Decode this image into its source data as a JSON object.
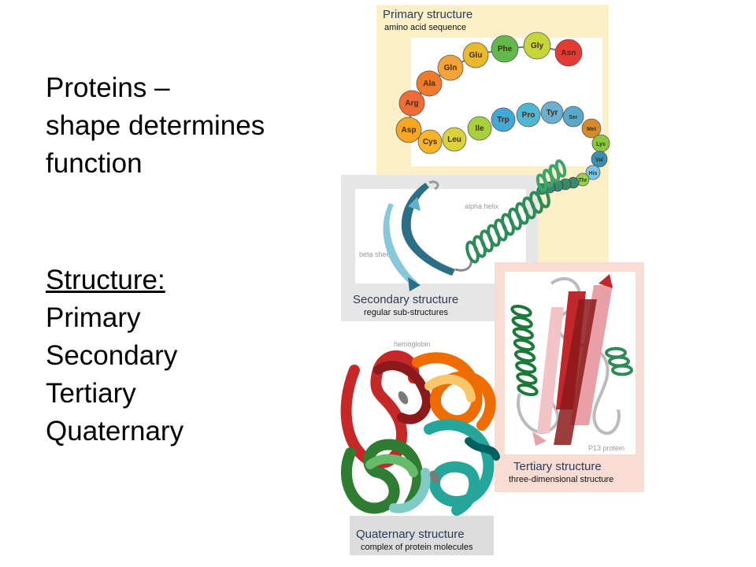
{
  "slide": {
    "title_lines": [
      "Proteins –",
      "shape determines",
      "function"
    ],
    "structure_heading": "Structure:",
    "levels": [
      "Primary",
      "Secondary",
      "Tertiary",
      "Quaternary"
    ]
  },
  "figure": {
    "primary": {
      "title": "Primary structure",
      "subtitle": "amino acid sequence",
      "amino_acids": [
        "Asp",
        "Arg",
        "Ala",
        "Gln",
        "Glu",
        "Phe",
        "Gly",
        "Asn",
        "Cys",
        "Leu",
        "Ile",
        "Trp",
        "Pro",
        "Tyr",
        "Ser",
        "Met",
        "Lys",
        "Val",
        "His",
        "Thr"
      ]
    },
    "secondary": {
      "title": "Secondary structure",
      "subtitle": "regular sub-structures",
      "label_helix": "alpha helix",
      "label_sheet": "beta sheet"
    },
    "tertiary": {
      "title": "Tertiary structure",
      "subtitle": "three-dimensional structure",
      "label_protein": "P13 protein"
    },
    "quaternary": {
      "title": "Quaternary structure",
      "subtitle": "complex of protein molecules",
      "label_protein": "hemoglobin"
    }
  },
  "colors": {
    "primary_panel": "#fbf0c8",
    "secondary_panel": "#e6e6e6",
    "tertiary_panel": "#f9ddd4",
    "title_text": "#2a3c55",
    "helix_green": "#2e8b57",
    "sheet_red": "#b22222"
  }
}
